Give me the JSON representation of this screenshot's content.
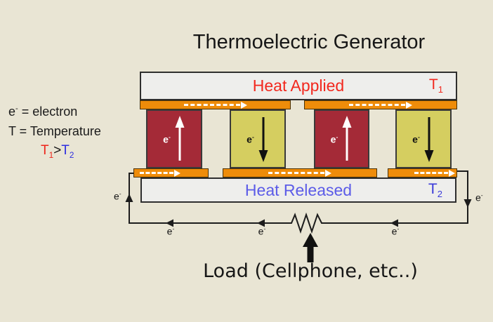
{
  "title": "Thermoelectric Generator",
  "electron_symbol": {
    "base": "e",
    "sup": "-"
  },
  "legend": {
    "line1_rest": " = electron",
    "line2": "T = Temperature",
    "comparison": {
      "t1_base": "T",
      "t1_sub": "1",
      "op": ">",
      "t2_base": "T",
      "t2_sub": "2"
    }
  },
  "top_plate": {
    "label": "Heat Applied",
    "temp_base": "T",
    "temp_sub": "1"
  },
  "bottom_plate": {
    "label": "Heat Released",
    "temp_base": "T",
    "temp_sub": "2"
  },
  "load_label": "Load (Cellphone, etc..)",
  "colors": {
    "background": "#e9e5d4",
    "heat_applied_red": "#f2281e",
    "heat_released_blue": "#5b5be8",
    "t2_blue": "#3b3bd9",
    "p_type_block_red": "#a42a37",
    "n_type_block_yellow": "#d5ce60",
    "copper_connector_orange": "#ee8c0a",
    "ceramic_plate_gray": "#eeeeec",
    "wire_black": "#1c1c1c"
  }
}
